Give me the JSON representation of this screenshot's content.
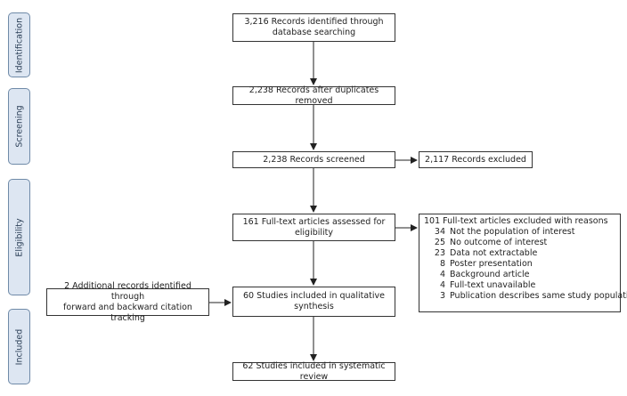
{
  "stages": [
    "Identification",
    "Screening",
    "Eligibility",
    "Included"
  ],
  "boxes": {
    "identified": "3,216 Records identified through\ndatabase searching",
    "dedup": "2,238 Records after duplicates removed",
    "screened": "2,238 Records screened",
    "excluded_screen": "2,117 Records excluded",
    "fulltext": "161 Full-text articles assessed for\neligibility",
    "additional": "2 Additional records identified through\nforward and backward citation tracking",
    "qualitative": "60 Studies included in qualitative\nsynthesis",
    "systematic": "62 Studies included in systematic review"
  },
  "exclusions": {
    "title": "101 Full-text articles excluded with reasons",
    "reasons": [
      {
        "n": "34",
        "label": "Not the population of interest"
      },
      {
        "n": "25",
        "label": "No outcome of interest"
      },
      {
        "n": "23",
        "label": "Data not extractable"
      },
      {
        "n": "8",
        "label": "Poster presentation"
      },
      {
        "n": "4",
        "label": "Background article"
      },
      {
        "n": "4",
        "label": "Full-text unavailable"
      },
      {
        "n": "3",
        "label": "Publication describes same study population"
      }
    ]
  }
}
